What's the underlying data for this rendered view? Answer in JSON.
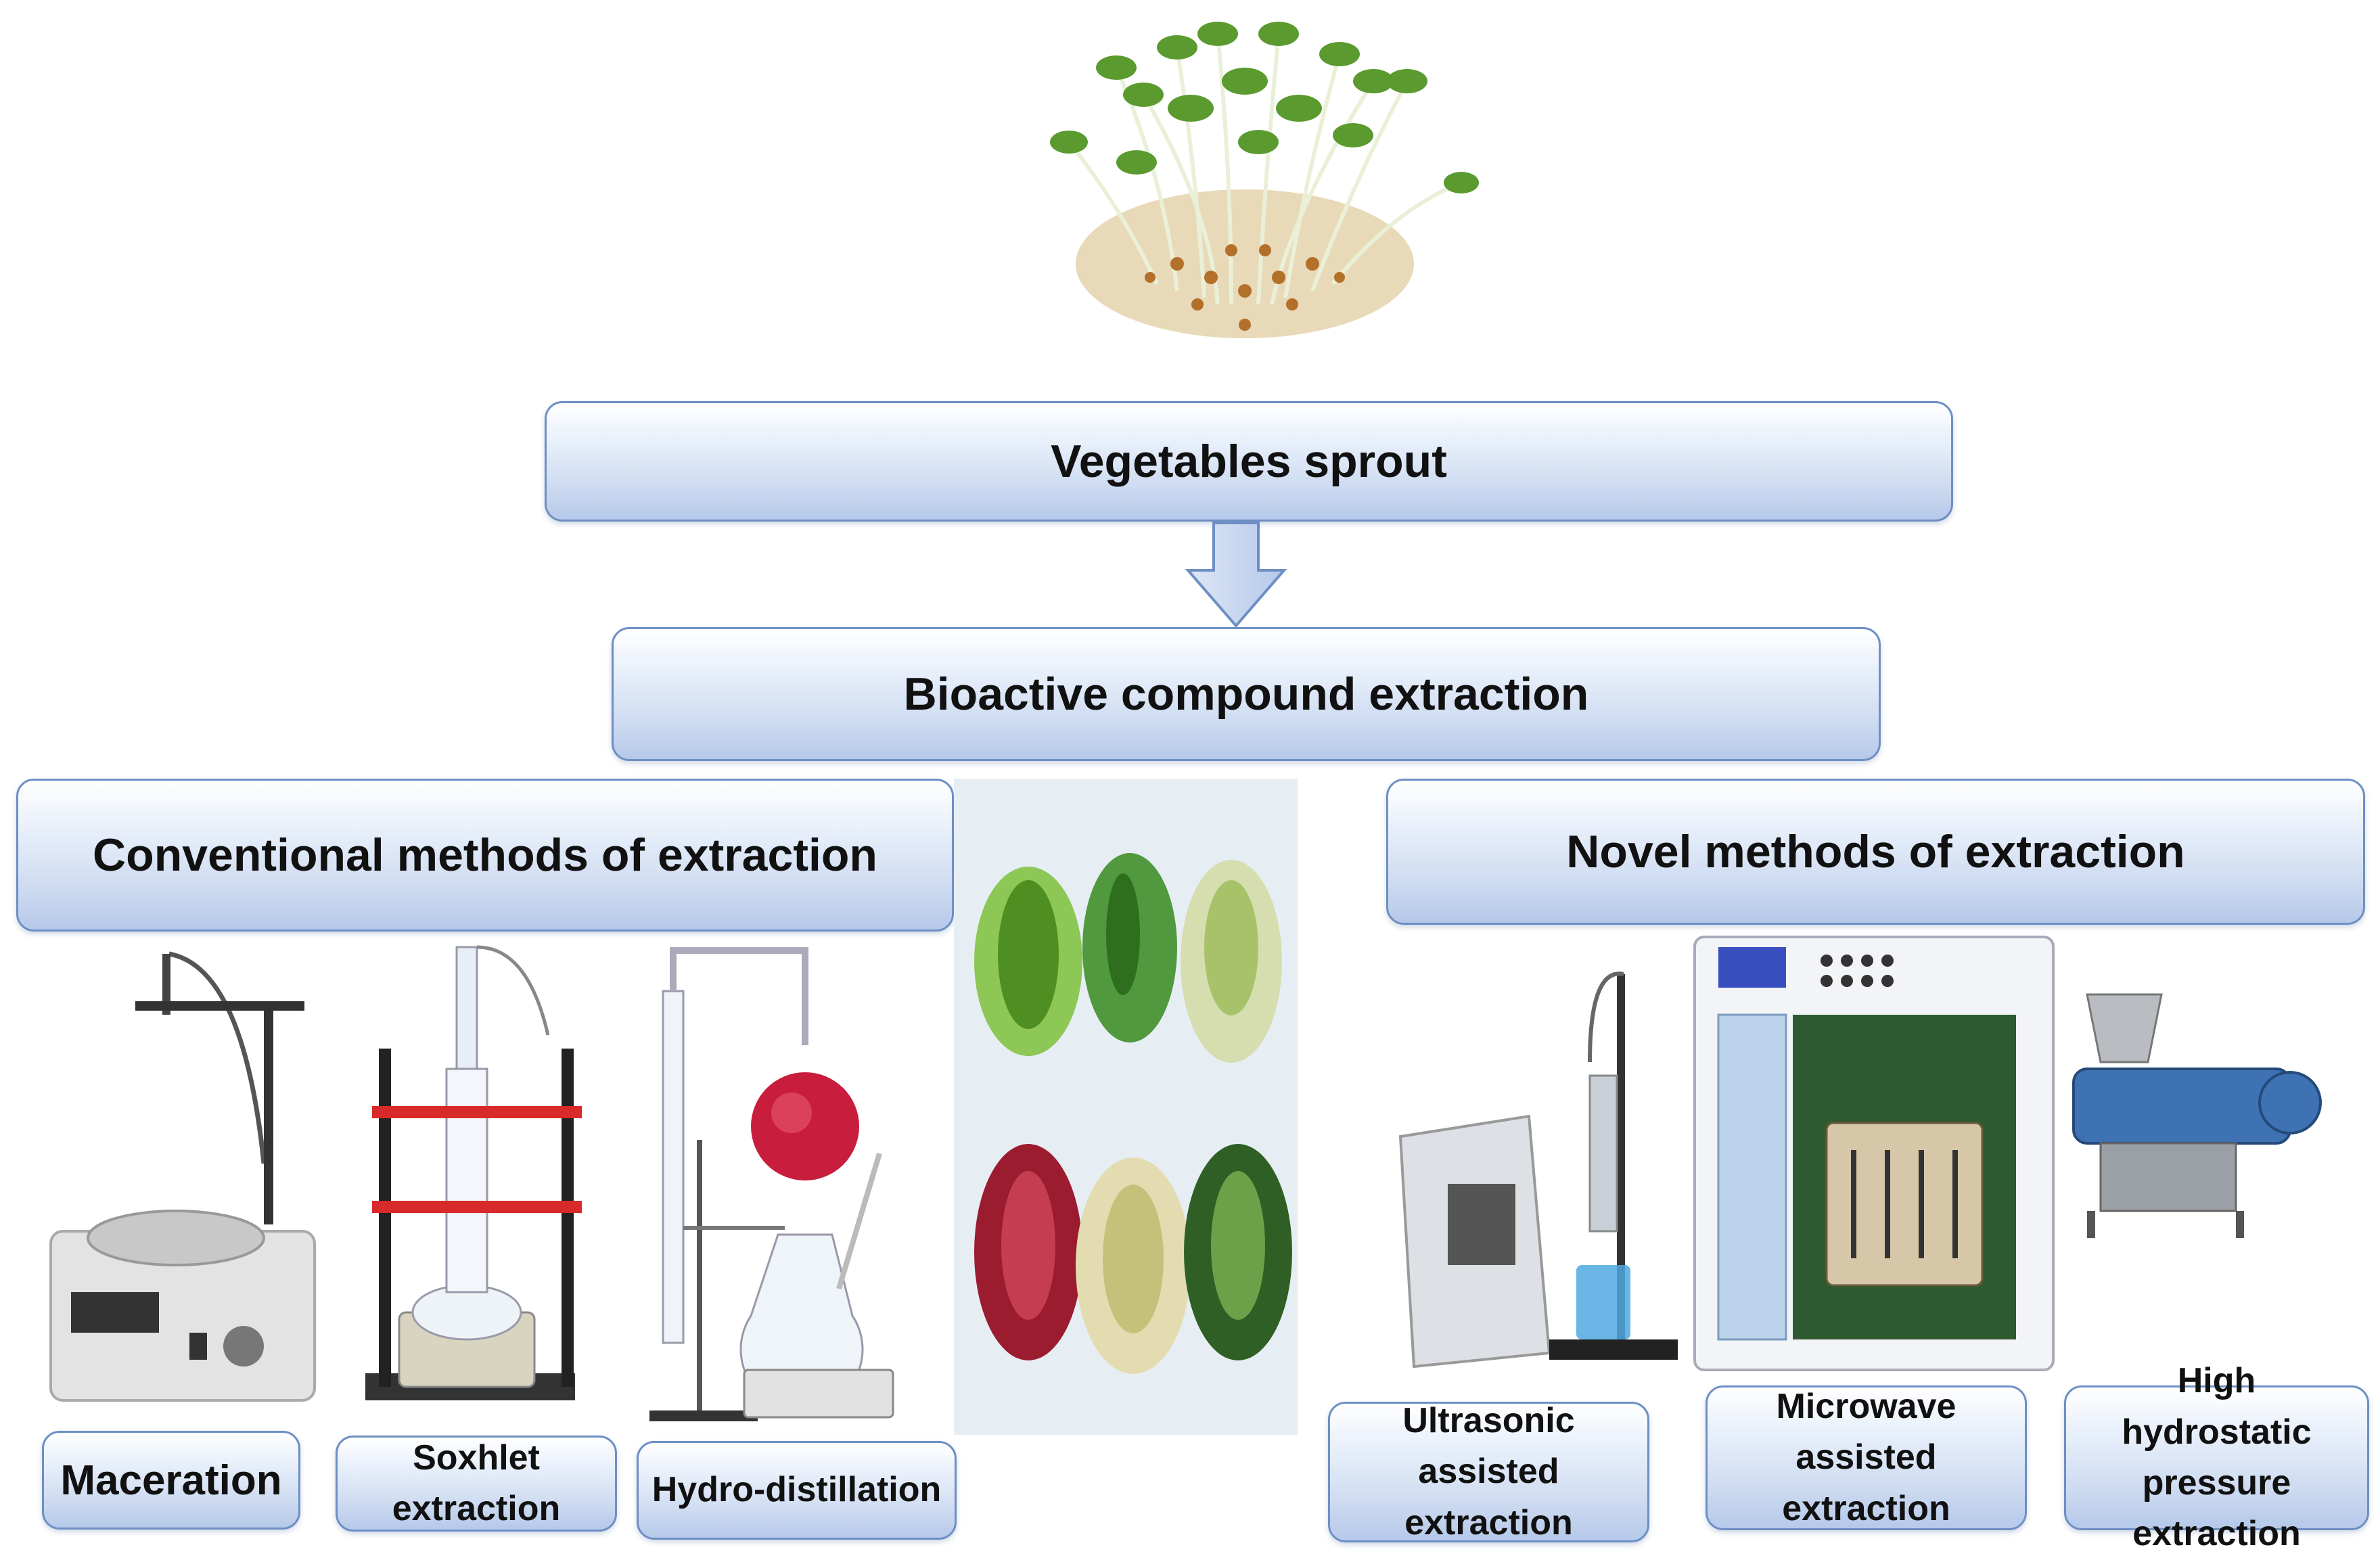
{
  "title_box": "Vegetables sprout",
  "extraction_box": "Bioactive compound extraction",
  "conventional": {
    "header": "Conventional methods of extraction",
    "methods": [
      "Maceration",
      "Soxhlet extraction",
      "Hydro-distillation"
    ]
  },
  "novel": {
    "header": "Novel methods of extraction",
    "methods": [
      "Ultrasonic assisted extraction",
      "Microwave assisted extraction",
      "High hydrostatic pressure extraction"
    ]
  },
  "colors": {
    "box_border": "#6d8fc4",
    "box_fill_top": "#ffffff",
    "box_fill_bottom": "#b6c9ea",
    "sprout_green": "#5a9a2e",
    "microgreen_red": "#9b1b2f"
  }
}
